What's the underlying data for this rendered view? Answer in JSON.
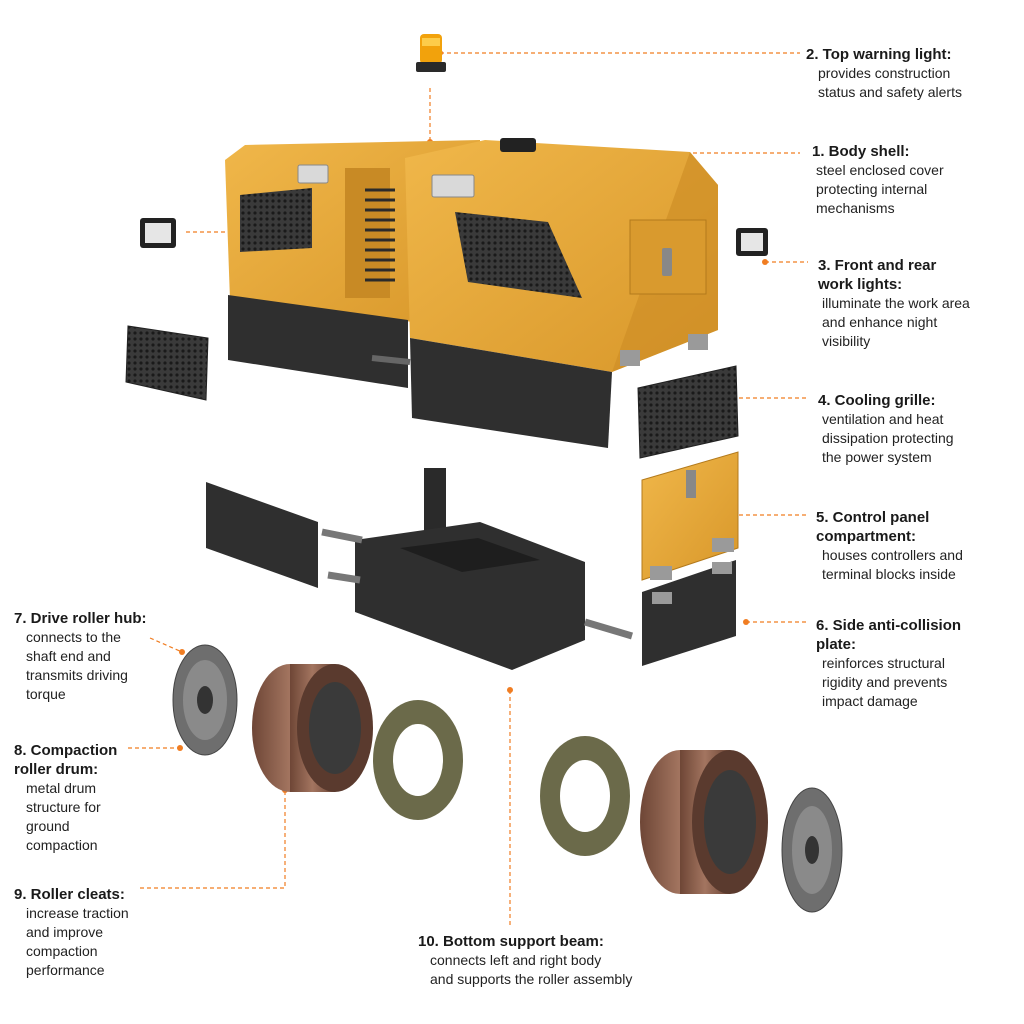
{
  "colors": {
    "accent": "#f07d22",
    "body_yellow": "#e8a93a",
    "dark_metal": "#2e2e2e",
    "rust": "#8a5a45"
  },
  "labels": [
    {
      "id": "top-warning-light",
      "title": "2. Top warning light:",
      "desc": "provides construction\nstatus and safety alerts"
    },
    {
      "id": "body-shell",
      "title": "1. Body shell:",
      "desc": "steel enclosed cover\nprotecting internal\nmechanisms"
    },
    {
      "id": "work-lights",
      "title": "3. Front and rear\nwork lights:",
      "desc": "illuminate the work area\nand enhance night\nvisibility"
    },
    {
      "id": "cooling-grille",
      "title": "4. Cooling grille:",
      "desc": "ventilation and heat\ndissipation protecting\nthe power system"
    },
    {
      "id": "control-panel",
      "title": "5. Control panel\ncompartment:",
      "desc": "houses controllers and\nterminal blocks inside"
    },
    {
      "id": "anti-collision-plate",
      "title": "6. Side anti-collision\nplate:",
      "desc": "reinforces structural\nrigidity and prevents\nimpact damage"
    },
    {
      "id": "drive-roller-hub",
      "title": "7. Drive roller hub:",
      "desc": "connects to the\nshaft end and\ntransmits driving\ntorque"
    },
    {
      "id": "compaction-drum",
      "title": "8. Compaction\nroller drum:",
      "desc": "metal drum\nstructure for\nground\ncompaction"
    },
    {
      "id": "roller-cleats",
      "title": "9. Roller cleats:",
      "desc": "increase traction\nand improve\ncompaction\nperformance"
    },
    {
      "id": "support-beam",
      "title": "10. Bottom support beam:",
      "desc": "connects left and right body\nand supports the roller assembly"
    }
  ]
}
